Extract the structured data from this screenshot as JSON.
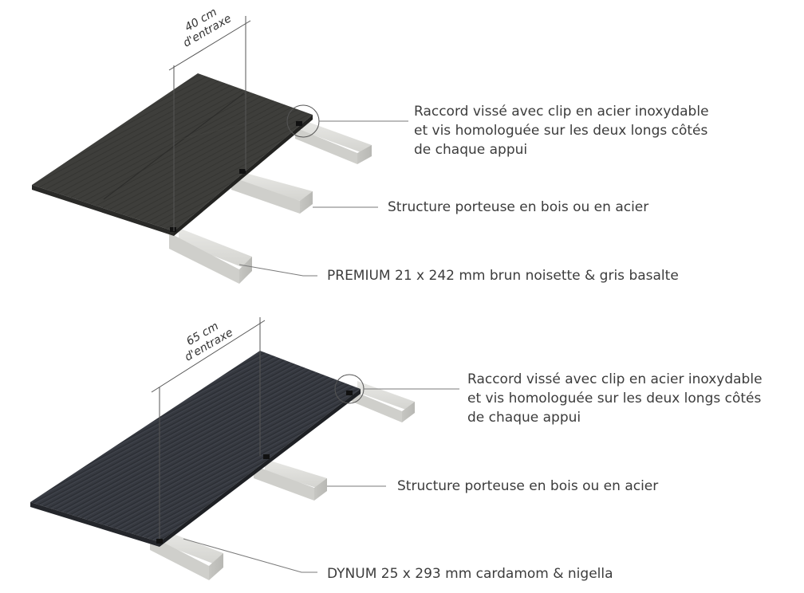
{
  "top": {
    "spacing_value": "40 cm",
    "spacing_label": "d'entraxe",
    "callout_clip": [
      "Raccord vissé avec clip en acier inoxydable",
      "et vis homologuée sur les deux longs côtés",
      "de chaque appui"
    ],
    "callout_structure": "Structure porteuse en bois ou en acier",
    "callout_product": "PREMIUM 21 x 242 mm brun noisette & gris basalte"
  },
  "bottom": {
    "spacing_value": "65 cm",
    "spacing_label": "d'entraxe",
    "callout_clip": [
      "Raccord vissé avec clip en acier inoxydable",
      "et vis homologuée sur les deux longs côtés",
      "de chaque appui"
    ],
    "callout_structure": "Structure porteuse en bois ou en acier",
    "callout_product": "DYNUM 25 x 293 mm cardamom & nigella"
  },
  "colors": {
    "board_top": "#3b3b38",
    "board_bottom": "#33363c",
    "joist": "#d9d9d6",
    "leader": "#7a7a7a"
  }
}
